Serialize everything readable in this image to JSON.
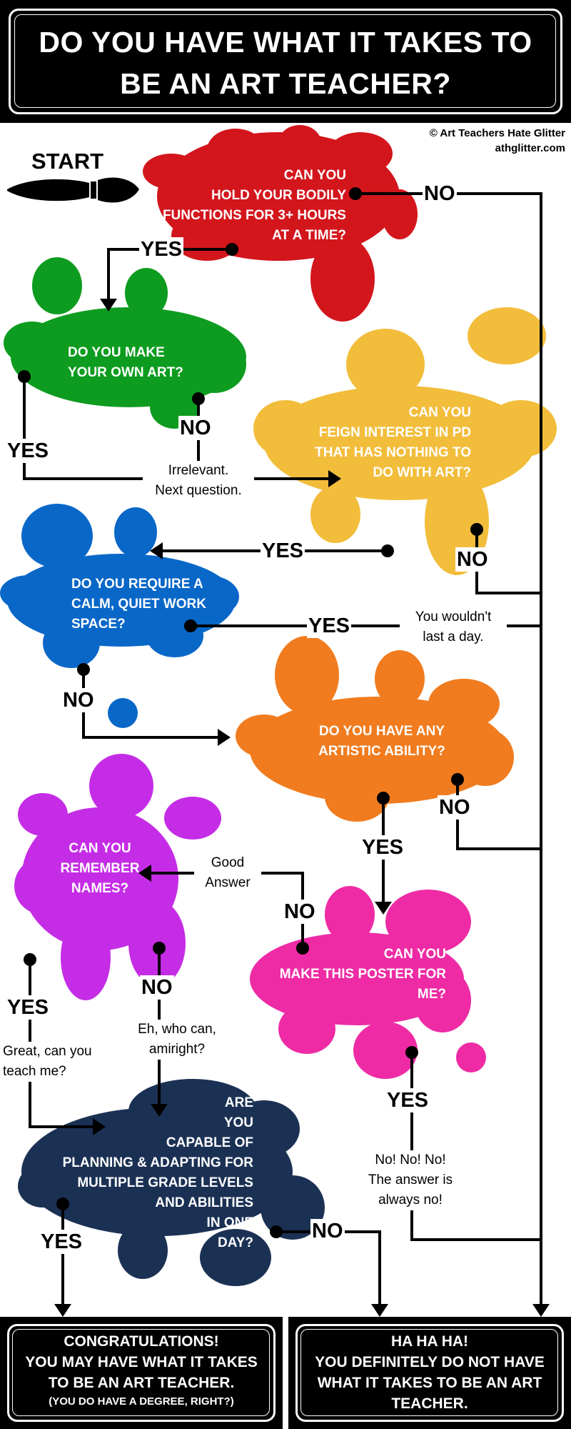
{
  "header": {
    "title_line1": "DO YOU HAVE WHAT IT TAKES TO",
    "title_line2": "BE AN ART TEACHER?"
  },
  "credit": {
    "line1": "© Art Teachers Hate Glitter",
    "line2": "athglitter.com"
  },
  "start_label": "START",
  "questions": {
    "q1": "CAN YOU\nHOLD YOUR BODILY\nFUNCTIONS FOR 3+ HOURS\nAT A TIME?",
    "q2": "DO YOU MAKE\nYOUR OWN ART?",
    "q3": "CAN YOU\nFEIGN INTEREST IN PD\nTHAT HAS NOTHING TO\nDO WITH ART?",
    "q4": "DO YOU REQUIRE A\nCALM, QUIET WORK\nSPACE?",
    "q5": "DO YOU HAVE ANY\nARTISTIC ABILITY?",
    "q6": "CAN YOU\nREMEMBER\nNAMES?",
    "q7": "CAN YOU\nMAKE THIS POSTER FOR\nME?",
    "q8": "ARE\nYOU\nCAPABLE OF\nPLANNING & ADAPTING FOR\nMULTIPLE GRADE LEVELS\nAND ABILITIES\nIN ONE\nDAY?"
  },
  "answers": {
    "yes": "YES",
    "no": "NO"
  },
  "notes": {
    "irrelevant": "Irrelevant.\nNext question.",
    "wouldnt_last": "You wouldn't\nlast a day.",
    "good_answer": "Good\nAnswer",
    "great_teach": "Great, can you\nteach me?",
    "who_can": "Eh, who can,\namiright?",
    "no_no_no": "No! No! No!\nThe answer is\nalways no!"
  },
  "footer": {
    "left_line1": "CONGRATULATIONS!",
    "left_line2": "YOU MAY HAVE WHAT IT TAKES",
    "left_line3": "TO BE AN ART TEACHER.",
    "left_line4": "(YOU DO HAVE A DEGREE, RIGHT?)",
    "right_line1": "HA HA HA!",
    "right_line2": "YOU DEFINITELY DO NOT HAVE",
    "right_line3": "WHAT IT TAKES TO BE AN ART",
    "right_line4": "TEACHER."
  },
  "colors": {
    "red": "#d3151c",
    "green": "#0d9c1f",
    "yellow": "#f2bd3b",
    "blue": "#0967c8",
    "orange": "#f07c1f",
    "purple": "#c52ce6",
    "pink": "#ee2ba5",
    "navy": "#1b3154"
  }
}
